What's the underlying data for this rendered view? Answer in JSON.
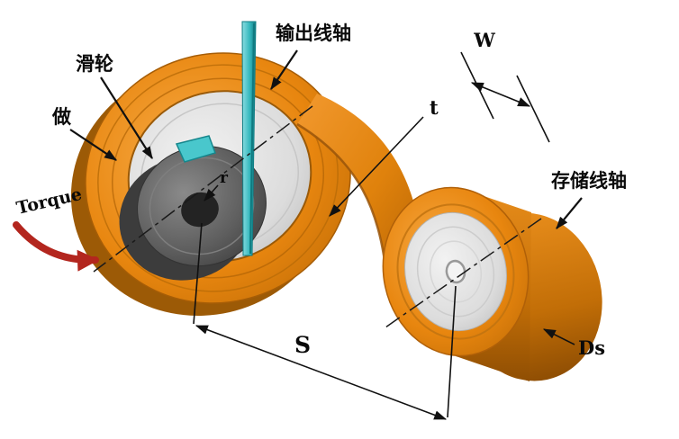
{
  "figure": {
    "type": "3d-technical-diagram",
    "description": "Tape spool torque transfer mechanism with output spool, pulley and storage spool"
  },
  "labels": {
    "output_spool": "输出线轴",
    "pulley": "滑轮",
    "work": "做",
    "torque": "Torque",
    "storage_spool": "存储线轴"
  },
  "dimensions": {
    "width": "W",
    "thickness": "t",
    "radius": "r",
    "span": "S",
    "storage_diameter": "Ds"
  },
  "colors": {
    "spool_orange": "#E8860F",
    "spool_orange_dark": "#A85C08",
    "face_gray": "#DCDCDC",
    "pulley_gray": "#5E5E5E",
    "rod_teal": "#35B8BE",
    "torque_arrow_red": "#B3261E",
    "line_black": "#111111",
    "background": "#FFFFFF"
  }
}
